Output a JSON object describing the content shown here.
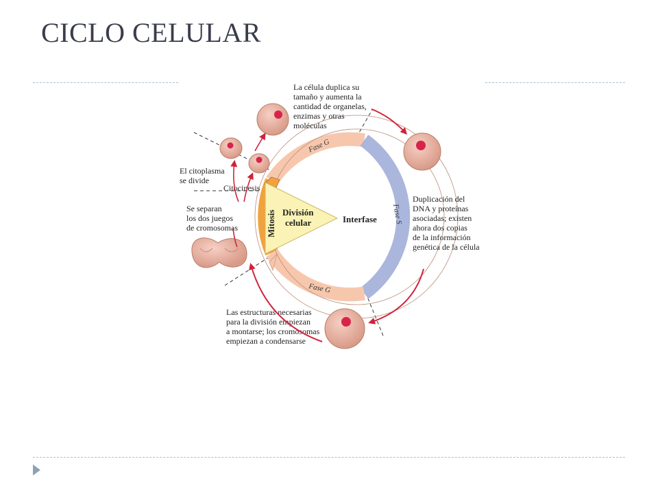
{
  "slide": {
    "title": "CICLO CELULAR"
  },
  "diagram": {
    "center_label": "Interfase",
    "division_label": [
      "División",
      "celular"
    ],
    "mitosis_label": "Mitosis",
    "fase_g1_label": "Fase G",
    "fase_s_label": "Fase S",
    "fase_g2_label": "Fase G",
    "citocinesis_label": "Citocinesis",
    "note_top": [
      "La célula duplica su",
      "tamaño y aumenta la",
      "cantidad de organelas,",
      "enzimas y otras",
      "moléculas"
    ],
    "note_right": [
      "Duplicación del",
      "DNA y proteínas",
      "asociadas; existen",
      "ahora dos copias",
      "de la información",
      "genética de la célula"
    ],
    "note_bottom": [
      "Las estructuras necesarias",
      "para la división empiezan",
      "a montarse; los cromosomas",
      "empiezan a condensarse"
    ],
    "note_citoplasma": [
      "El citoplasma",
      "se divide"
    ],
    "note_separan": [
      "Se separan",
      "los dos juegos",
      "de cromosomas"
    ],
    "colors": {
      "g_band": "#f7c7ad",
      "s_band": "#aab6dc",
      "mitosis_band": "#f2a23c",
      "triangle": "#fbf3b5",
      "cell": "#e5ab9b",
      "nucleus": "#d8244a",
      "arrow_red": "#d0223a"
    }
  }
}
